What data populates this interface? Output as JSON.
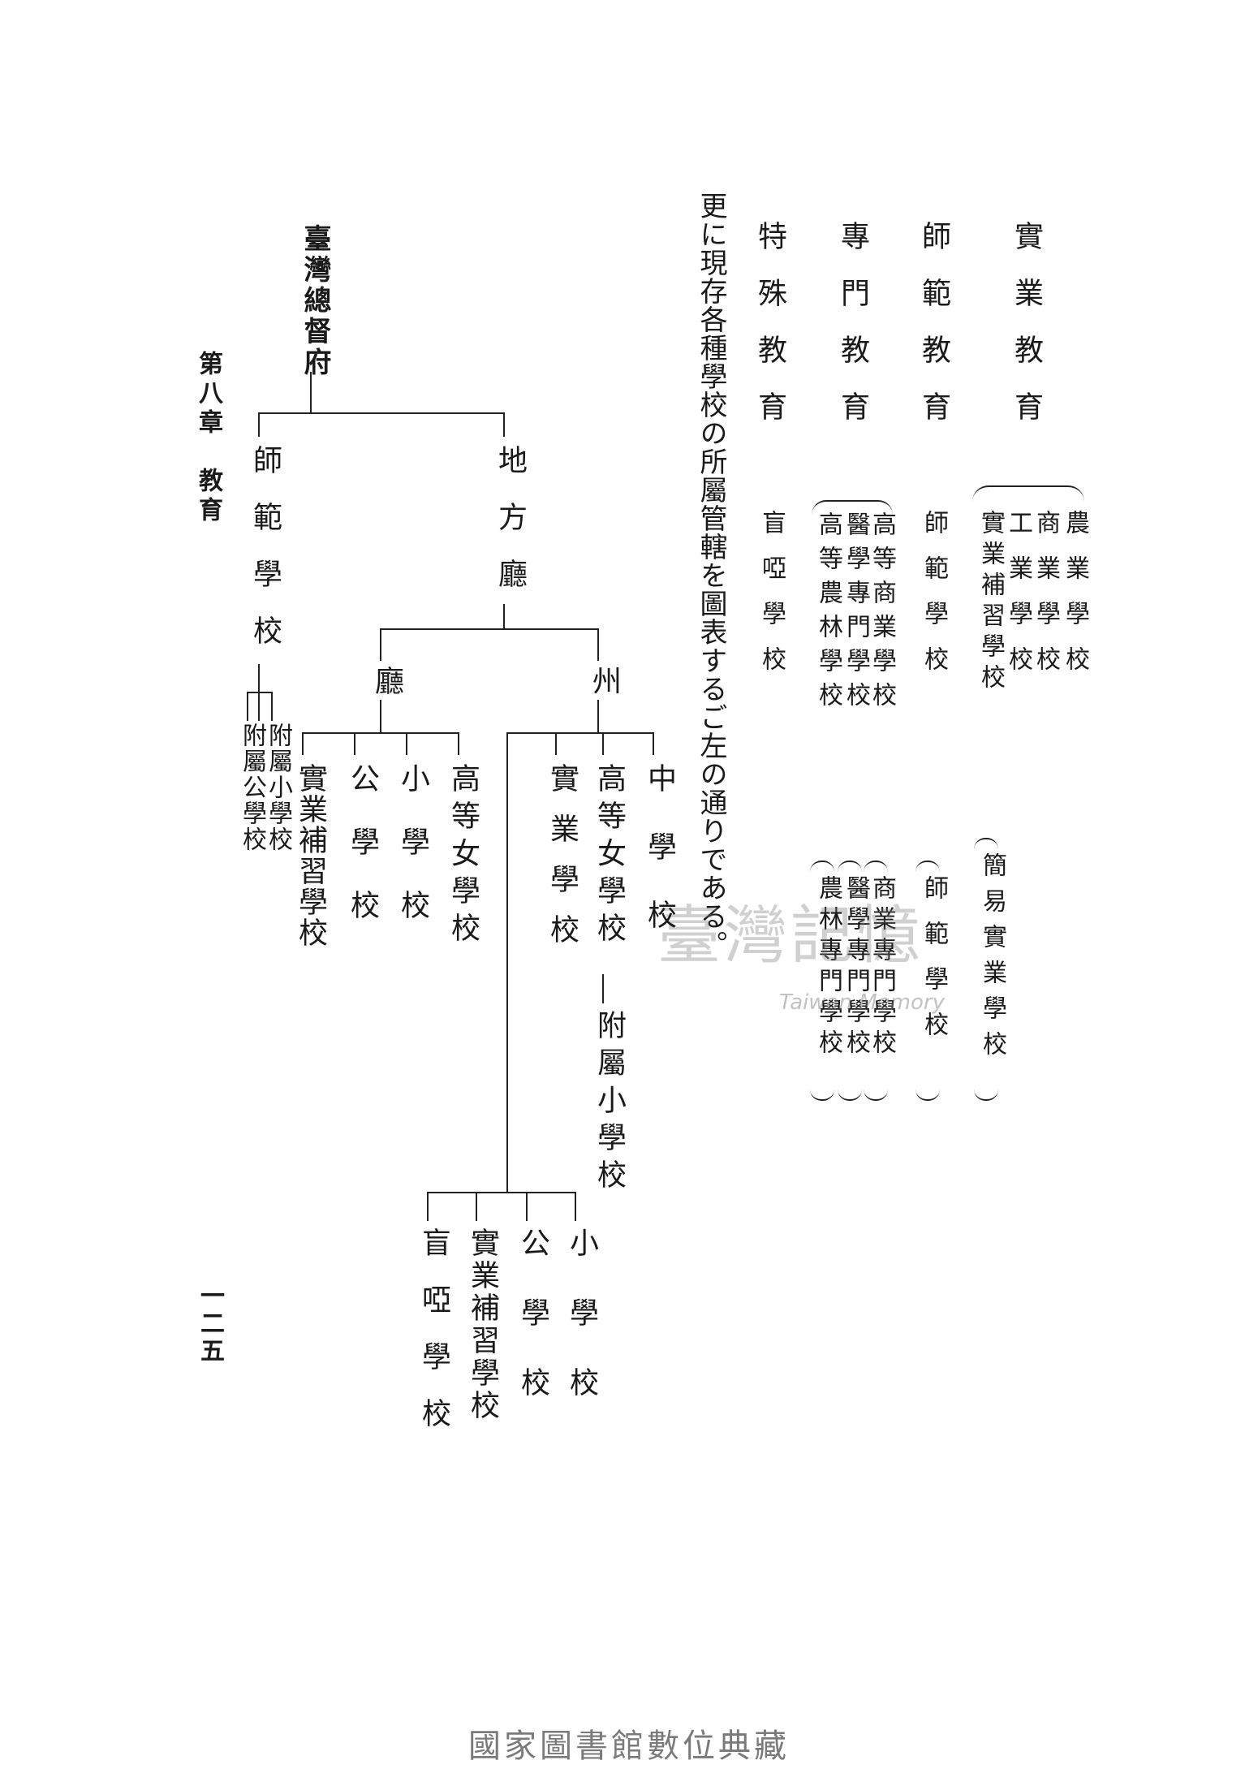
{
  "header": {
    "chapter": "第八章　教育",
    "page_number": "一二五"
  },
  "categories": [
    {
      "name": "實業教育",
      "schools_a": [
        "農業學校",
        "商業學校",
        "工業學校",
        "實業補習學校"
      ],
      "schools_b": [
        "簡易實業學校"
      ]
    },
    {
      "name": "師範教育",
      "schools_a": [
        "師範學校"
      ],
      "schools_b": [
        "師範學校"
      ]
    },
    {
      "name": "專門教育",
      "schools_a": [
        "高等商業學校",
        "醫學專門學校",
        "高等農林學校"
      ],
      "schools_b": [
        "商業專門學校",
        "醫學專門學校",
        "農林專門學校"
      ]
    },
    {
      "name": "特殊教育",
      "schools_a": [
        "盲啞學校"
      ],
      "schools_b": []
    }
  ],
  "intro": "更に現存各種學校の所屬管轄を圖表するご左の通りである。",
  "tree": {
    "root": "臺灣總督府",
    "branch_normal": "師範學校",
    "normal_attached": [
      "附屬小學校",
      "附屬公學校"
    ],
    "branch_local": "地方廳",
    "cho": "廳",
    "cho_schools": [
      "高等女學校",
      "小學校",
      "公學校",
      "實業補習學校"
    ],
    "shu": "州",
    "shu_schools": [
      "中學校",
      "高等女學校",
      "實業學校"
    ],
    "shu_girls_attached": "附屬小學校",
    "shu_lower": [
      "小學校",
      "公學校",
      "實業補習學校",
      "盲啞學校"
    ]
  },
  "watermark": {
    "zh": "臺灣記憶",
    "en": "Taiwan Memory"
  },
  "footer": "國家圖書館數位典藏"
}
